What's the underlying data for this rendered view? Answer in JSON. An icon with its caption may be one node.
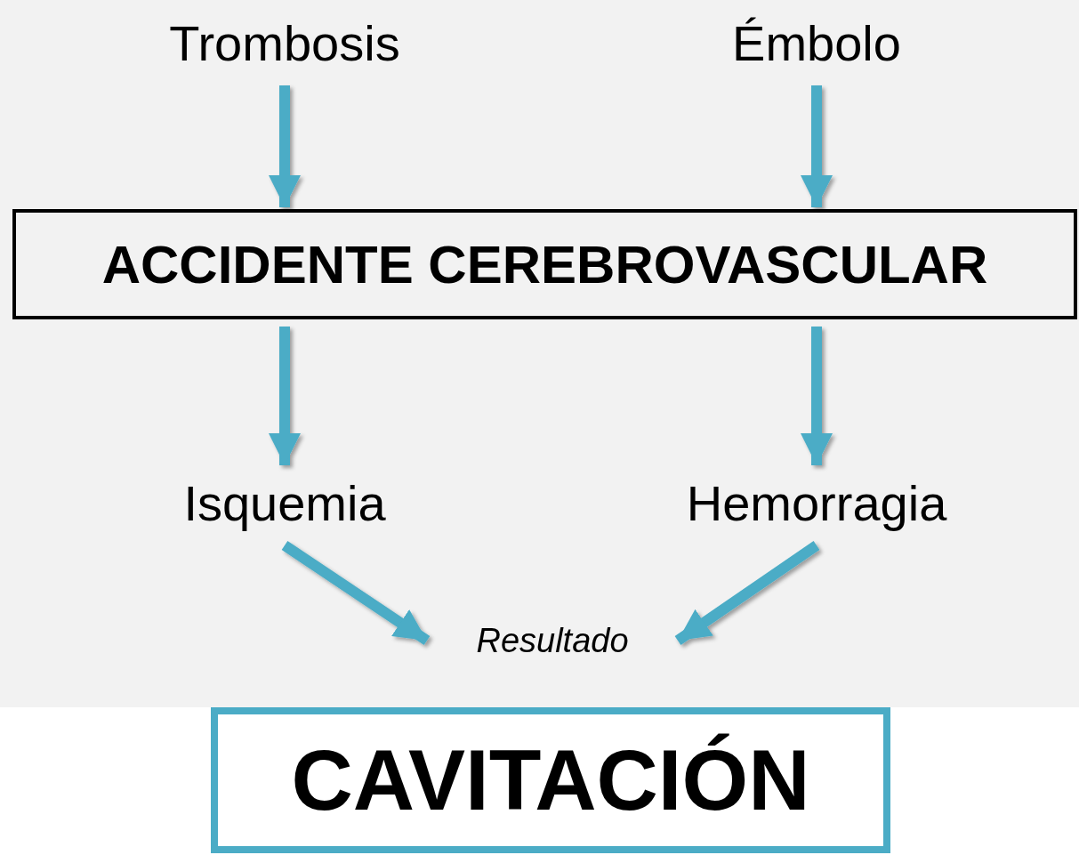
{
  "diagram": {
    "nodes": [
      {
        "text": [
          "Trombosis"
        ]
      },
      {
        "text": [
          "Émbolo"
        ]
      },
      {
        "text": [
          "ACCIDENTE CEREBROVASCULAR"
        ]
      },
      {
        "text": [
          "Isquemia"
        ]
      },
      {
        "text": [
          "Hemorragia"
        ]
      },
      {
        "text": [
          "Resultado"
        ]
      },
      {
        "text": [
          "CAVITACIÓN"
        ]
      }
    ],
    "edges": [
      {
        "from": 0,
        "to": 2,
        "arrow": "to"
      },
      {
        "from": 1,
        "to": 2,
        "arrow": "to"
      },
      {
        "from": 2,
        "to": 3,
        "arrow": "to"
      },
      {
        "from": 2,
        "to": 4,
        "arrow": "to"
      },
      {
        "from": 3,
        "to": 5,
        "arrow": "to"
      },
      {
        "from": 4,
        "to": 5,
        "arrow": "to"
      }
    ]
  }
}
